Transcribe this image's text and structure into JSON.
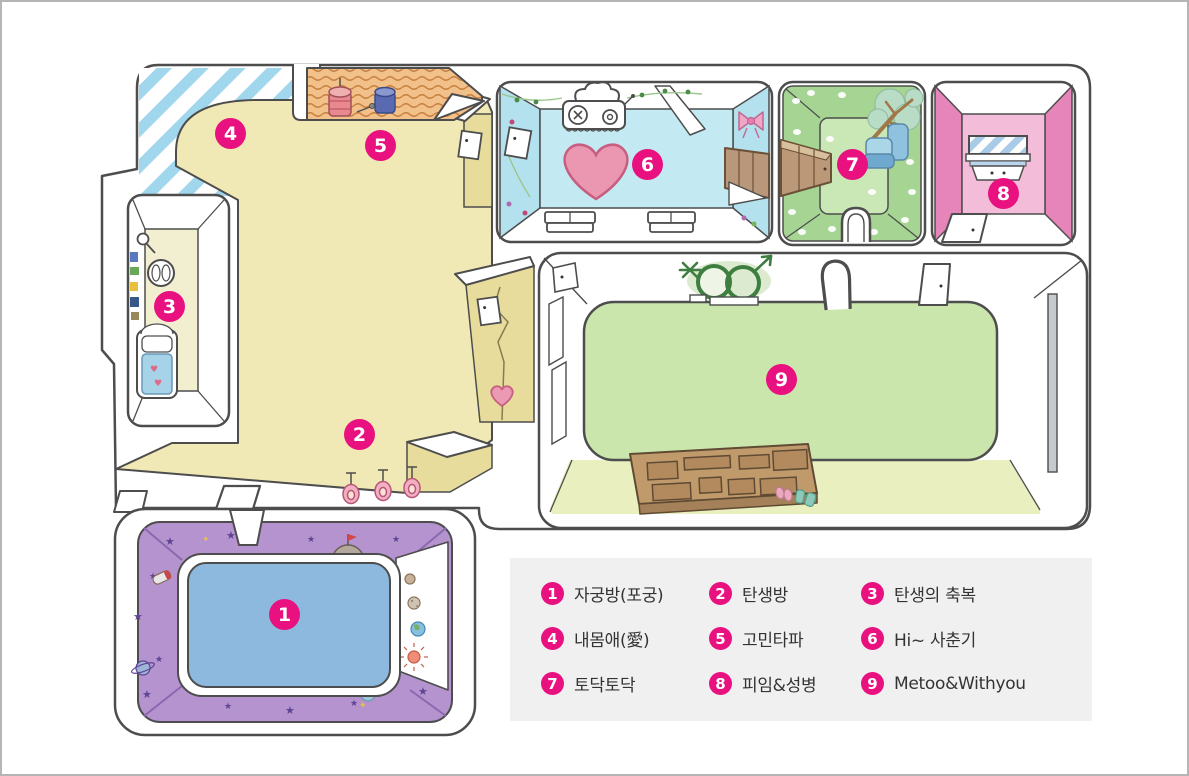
{
  "legend": {
    "items": [
      {
        "number": "1",
        "label": "자궁방(포궁)"
      },
      {
        "number": "2",
        "label": "탄생방"
      },
      {
        "number": "3",
        "label": "탄생의 축복"
      },
      {
        "number": "4",
        "label": "내몸애(愛)"
      },
      {
        "number": "5",
        "label": "고민타파"
      },
      {
        "number": "6",
        "label": "Hi~ 사춘기"
      },
      {
        "number": "7",
        "label": "토닥토닥"
      },
      {
        "number": "8",
        "label": "피임&성병"
      },
      {
        "number": "9",
        "label": "Metoo&Withyou"
      }
    ]
  },
  "map": {
    "markers": [
      {
        "number": "1",
        "room": "자궁방(포궁)"
      },
      {
        "number": "2",
        "room": "탄생방"
      },
      {
        "number": "3",
        "room": "탄생의 축복"
      },
      {
        "number": "4",
        "room": "내몸애(愛)"
      },
      {
        "number": "5",
        "room": "고민타파"
      },
      {
        "number": "6",
        "room": "Hi~ 사춘기"
      },
      {
        "number": "7",
        "room": "토닥토닥"
      },
      {
        "number": "8",
        "room": "피임&성병"
      },
      {
        "number": "9",
        "room": "Metoo&Withyou"
      }
    ]
  },
  "colors": {
    "marker_pink": "#e8117f",
    "legend_bg": "#f0f0f1",
    "room2_yellow": "#f1e9b5",
    "room6_blue": "#c3e9f2",
    "room7_green": "#a6d593",
    "room8_pink": "#f3bcd8",
    "room9_mat_green": "#cbe6ac",
    "room1_purple": "#b493ce",
    "pool_blue": "#8cb9dd",
    "wood_brown": "#c19a6c",
    "outline_gray": "#4d4d4d"
  }
}
